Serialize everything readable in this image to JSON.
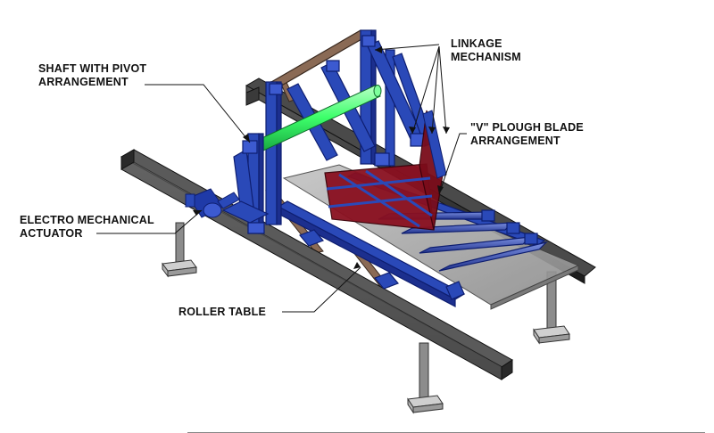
{
  "labels": {
    "shaft_pivot": {
      "line1": "SHAFT WITH PIVOT",
      "line2": "ARRANGEMENT"
    },
    "linkage": {
      "line1": "LINKAGE",
      "line2": "MECHANISM"
    },
    "plough": {
      "line1": "\"V\" PLOUGH BLADE",
      "line2": "ARRANGEMENT"
    },
    "actuator": {
      "line1": "ELECTRO MECHANICAL",
      "line2": "ACTUATOR"
    },
    "roller_table": {
      "line1": "ROLLER TABLE"
    }
  },
  "colors": {
    "frame_blue": "#2a49b8",
    "frame_dark": "#10207a",
    "shaft_green": "#3cff6a",
    "blade_red": "#8a1020",
    "rail_dark": "#2a2a2a",
    "tie_brown": "#8a6a55",
    "plate_gray": "#a8a8a8",
    "leader": "#111111"
  }
}
